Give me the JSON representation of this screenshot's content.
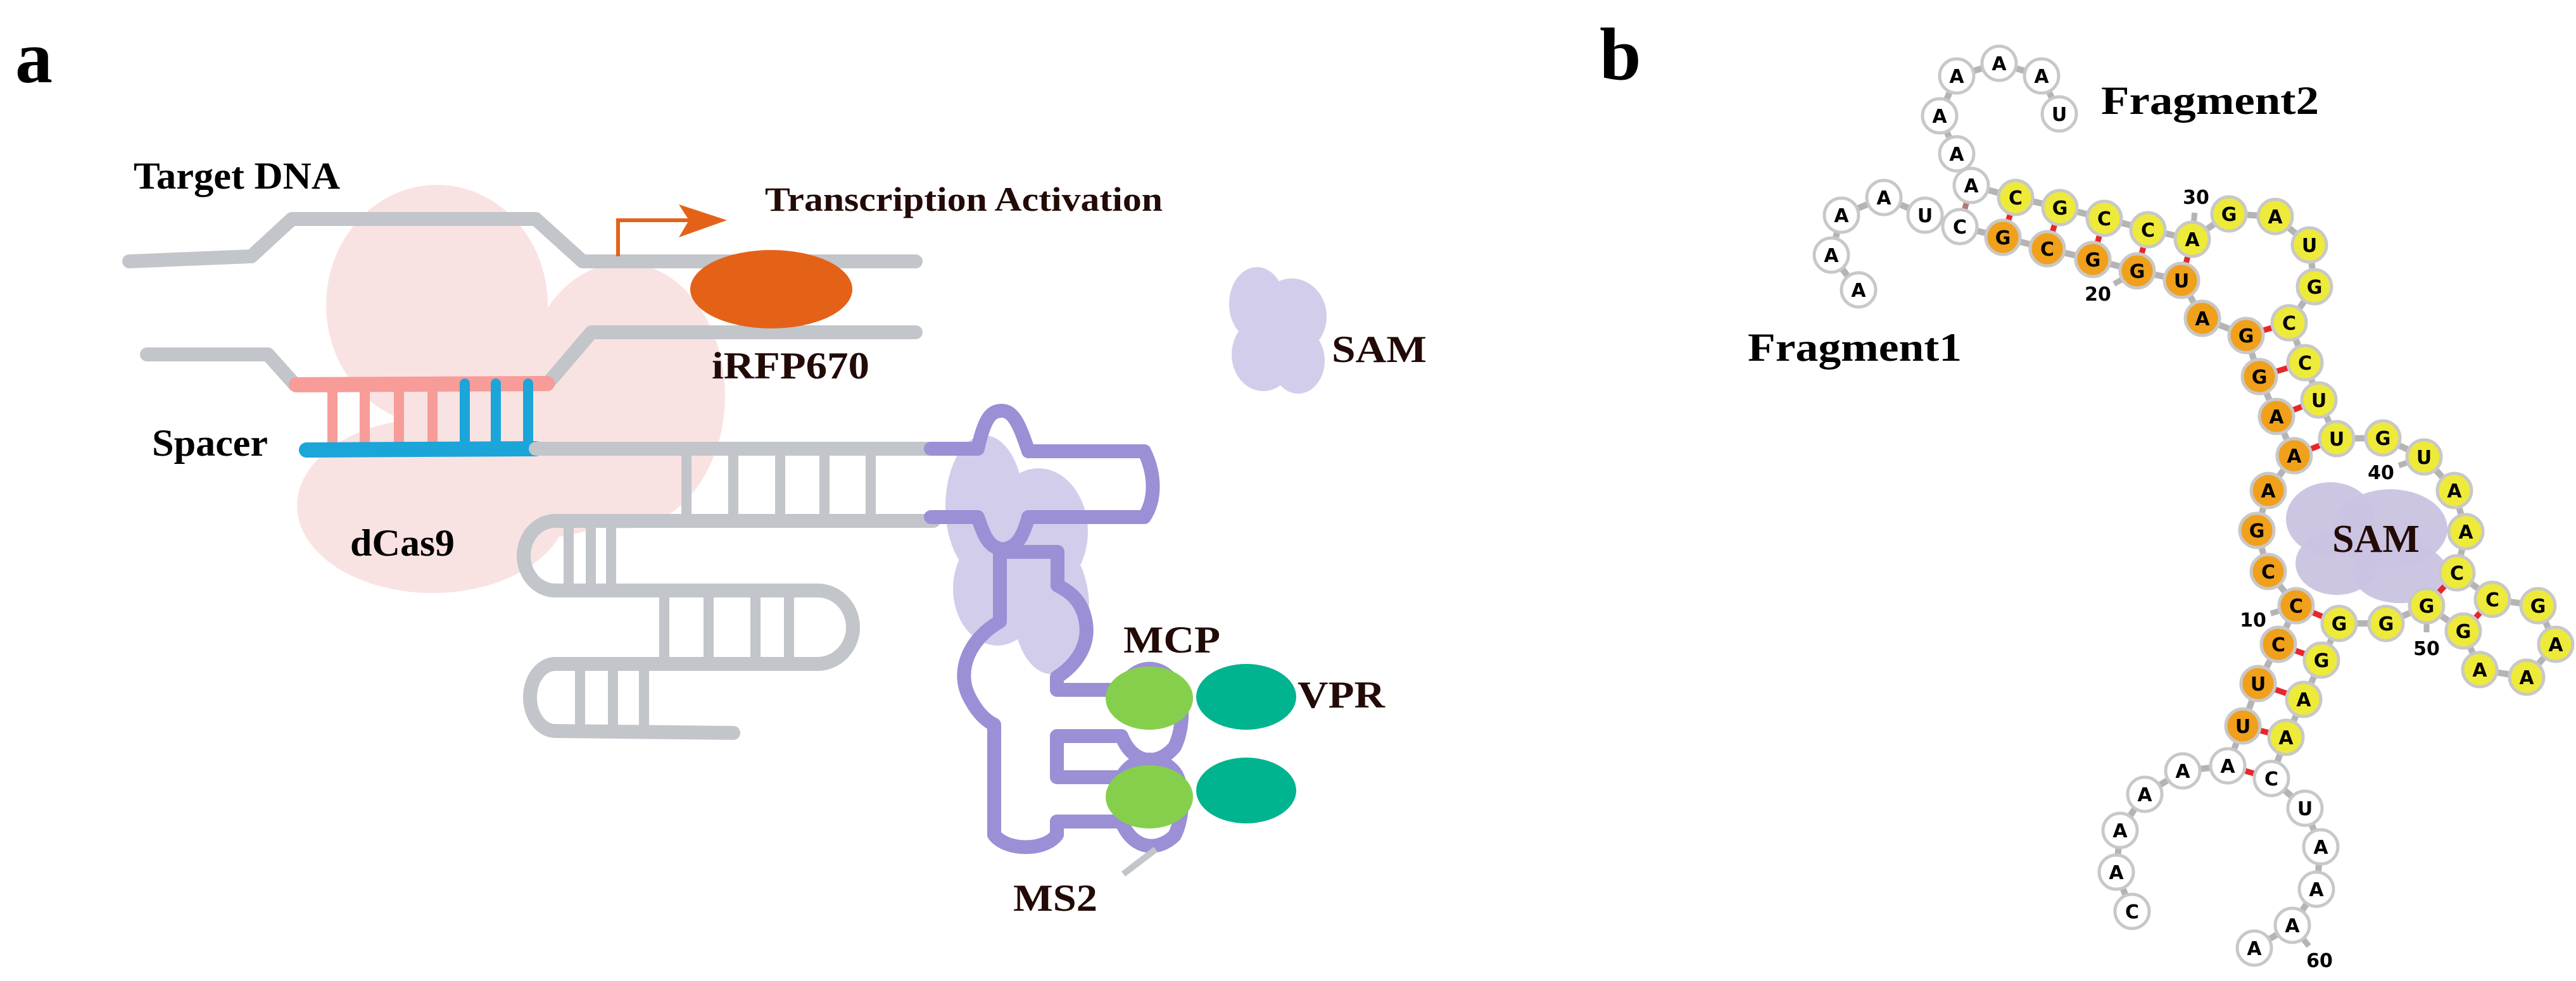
{
  "panel_a": {
    "label": "a",
    "target_dna": "Target DNA",
    "transcription_activation": "Transcription Activation",
    "reporter": "iRFP670",
    "spacer": "Spacer",
    "dcas9": "dCas9",
    "sam_free": "SAM",
    "mcp": "MCP",
    "vpr": "VPR",
    "ms2": "MS2",
    "colors": {
      "dna": "#c2c5c9",
      "spacer_pink": "#f79c98",
      "spacer_blue": "#1ba5d8",
      "dcas9": "#f9e3e2",
      "reporter": "#e46218",
      "aptamer": "#9b8fd6",
      "sam": "#d3cdec",
      "mcp": "#86cf4c",
      "vpr": "#00b48f",
      "label_dark": "#220a06"
    }
  },
  "panel_b": {
    "label": "b",
    "fragment1": "Fragment1",
    "fragment2": "Fragment2",
    "sam": "SAM",
    "colors": {
      "unpaired": "#ffffff",
      "fragment1_paired": "#f0a01b",
      "fragment2_paired": "#eeea3a",
      "node_stroke": "#c8c8c8",
      "backbone": "#b4b4b4",
      "pair": "#e8262a",
      "sam": "#c9c3e2"
    },
    "fragment1_sequence": [
      "C",
      "A",
      "A",
      "A",
      "A",
      "A",
      "U",
      "U",
      "C",
      "C",
      "C",
      "G",
      "A",
      "A",
      "A",
      "G",
      "G",
      "A",
      "U",
      "G",
      "G",
      "C",
      "G",
      "C",
      "U",
      "A",
      "A",
      "A",
      "A"
    ],
    "fragment1_color_class": [
      "u",
      "u",
      "u",
      "u",
      "u",
      "u",
      "o",
      "o",
      "o",
      "o",
      "o",
      "o",
      "o",
      "o",
      "o",
      "o",
      "o",
      "o",
      "o",
      "o",
      "o",
      "o",
      "o",
      "u",
      "u",
      "u",
      "u",
      "u",
      "u"
    ],
    "fragment2_sequence": [
      "U",
      "A",
      "A",
      "A",
      "A",
      "A",
      "A",
      "C",
      "G",
      "C",
      "C",
      "A",
      "G",
      "A",
      "U",
      "G",
      "C",
      "C",
      "U",
      "U",
      "G",
      "U",
      "A",
      "A",
      "C",
      "C",
      "G",
      "A",
      "A",
      "A",
      "G",
      "G",
      "G",
      "G",
      "G",
      "A",
      "A",
      "C",
      "U",
      "A",
      "A",
      "A",
      "A"
    ],
    "fragment2_color_class": [
      "u",
      "u",
      "u",
      "u",
      "u",
      "u",
      "u",
      "y",
      "y",
      "y",
      "y",
      "y",
      "y",
      "y",
      "y",
      "y",
      "y",
      "y",
      "y",
      "y",
      "y",
      "y",
      "y",
      "y",
      "y",
      "y",
      "y",
      "y",
      "y",
      "y",
      "y",
      "y",
      "y",
      "y",
      "y",
      "y",
      "y",
      "u",
      "u",
      "u",
      "u",
      "u",
      "u"
    ],
    "position_labels": [
      "10",
      "20",
      "30",
      "40",
      "50",
      "60"
    ]
  }
}
